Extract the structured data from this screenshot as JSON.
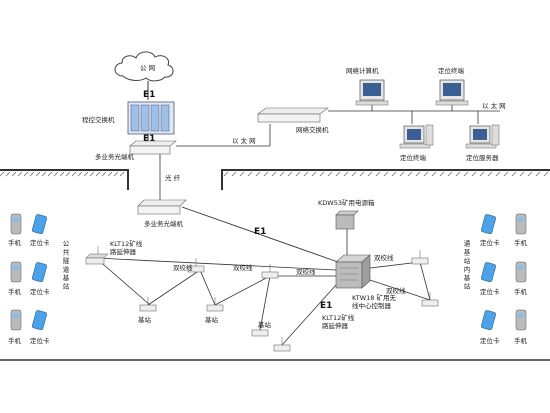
{
  "labels": {
    "public_network": "公 网",
    "e1_top": "E1",
    "program_switch": "程控交换机",
    "e1_mid": "E1",
    "multi_optical_end": "多业务光端机",
    "fiber": "光 纤",
    "ethernet_top": "以 太 网",
    "net_switch": "网络交换机",
    "net_computer": "网络计算机",
    "pos_monitor": "定位终端",
    "ethernet_right": "以 太 网",
    "pos_terminal": "定位终端",
    "pos_server": "定位服务器",
    "multi_optical": "多业务光端机",
    "e1_center": "E1",
    "power_box": "KDW53矿用电源箱",
    "klt_repeater": "KLT12矿线\n路延伸器",
    "twisted_1": "双绞线",
    "twisted_2": "双绞线",
    "twisted_3": "双绞线",
    "twisted_4": "双绞线",
    "twisted_5": "双绞线",
    "center_ctrl": "KTW18 矿用无\n线中心控制器",
    "e1_lower": "E1",
    "klt_bottom": "KLT12矿线\n路延伸器",
    "base_station": "基站",
    "left_vertical": "公 共 隧 道 基 站",
    "right_vertical": "通 基 站 内 基 站",
    "phone": "手机",
    "pos_card": "定位卡"
  }
}
